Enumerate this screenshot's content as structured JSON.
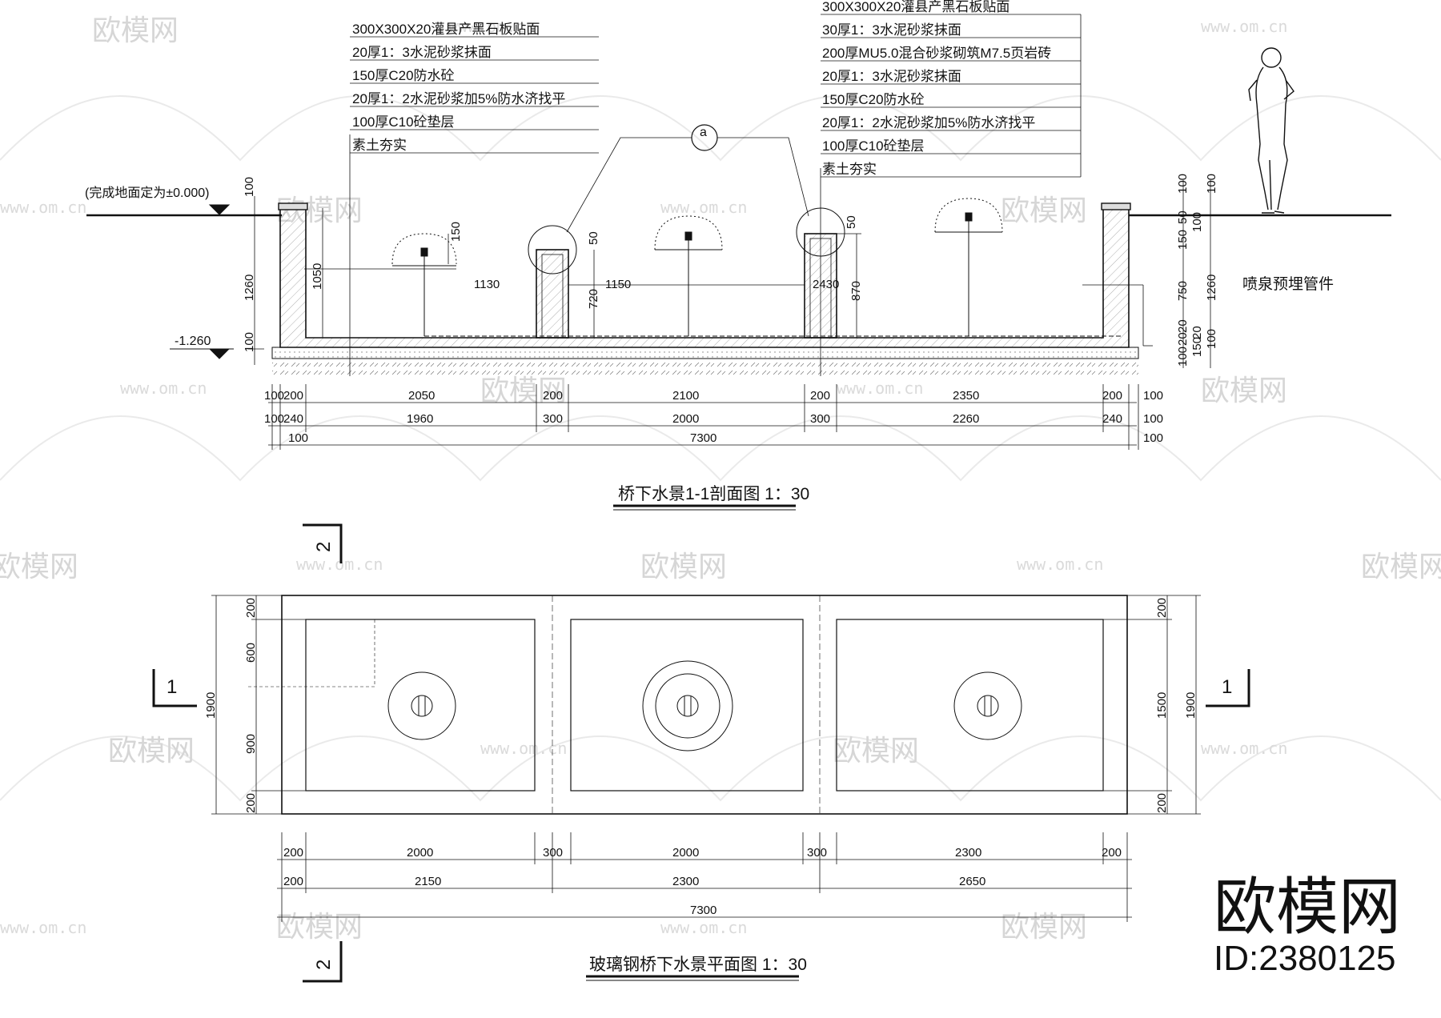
{
  "section": {
    "title": "桥下水景1-1剖面图 1：30",
    "left_layers": [
      "300X300X20灌县产黑石板贴面",
      "20厚1：3水泥砂浆抹面",
      "150厚C20防水砼",
      "20厚1：2水泥砂浆加5%防水济找平",
      "100厚C10砼垫层",
      "素土夯实"
    ],
    "right_layers": [
      "300X300X20灌县产黑石板贴面",
      "30厚1：3水泥砂浆抹面",
      "200厚MU5.0混合砂浆砌筑M7.5页岩砖",
      "20厚1：3水泥砂浆抹面",
      "150厚C20防水砼",
      "20厚1：2水泥砂浆加5%防水济找平",
      "100厚C10砼垫层",
      "素土夯实"
    ],
    "ground_note": "(完成地面定为±0.000)",
    "bottom_level": "-1.260",
    "detail_callout": "a",
    "pipe_note": "喷泉预埋管件",
    "left_dims": [
      "100",
      "1260",
      "100",
      "1050",
      "150"
    ],
    "inner_dims": [
      "1130",
      "1150",
      "2430",
      "720",
      "50",
      "50",
      "870"
    ],
    "right_dims": [
      "100",
      "100",
      "50",
      "100",
      "150",
      "750",
      "1260",
      "20",
      "20",
      "20",
      "150",
      "100",
      "100"
    ],
    "dim_row1": [
      "100",
      "200",
      "2050",
      "200",
      "2100",
      "200",
      "2350",
      "200",
      "100"
    ],
    "dim_row2": [
      "100",
      "240",
      "1960",
      "300",
      "2000",
      "300",
      "2260",
      "240",
      "100"
    ],
    "dim_row3": [
      "100",
      "7300",
      "100"
    ]
  },
  "plan": {
    "title": "玻璃钢桥下水景平面图 1：30",
    "cut_mark_1": "1",
    "cut_mark_2": "2",
    "left_dims": [
      "200",
      "600",
      "900",
      "200",
      "1900"
    ],
    "right_dims": [
      "200",
      "1500",
      "200",
      "1900"
    ],
    "dim_row1": [
      "200",
      "2000",
      "300",
      "2000",
      "300",
      "2300",
      "200"
    ],
    "dim_row2": [
      "200",
      "2150",
      "2300",
      "2650"
    ],
    "dim_row3": [
      "7300"
    ]
  },
  "watermark": {
    "brand": "欧模网",
    "url": "www.om.cn",
    "id": "ID:2380125"
  }
}
